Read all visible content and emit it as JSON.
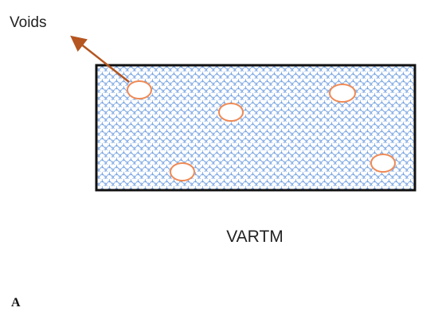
{
  "callout": {
    "label": "Voids",
    "arrow_color": "#b5551f"
  },
  "caption": "VARTM",
  "panel_label": "A",
  "laminate": {
    "border_color": "#111111",
    "fill_pattern": "blue-woven-fabric",
    "pattern_color": "#6f9ee0"
  },
  "voids": {
    "count": 5,
    "stroke_color": "#ef8a55",
    "fill_color": "#ffffff"
  }
}
